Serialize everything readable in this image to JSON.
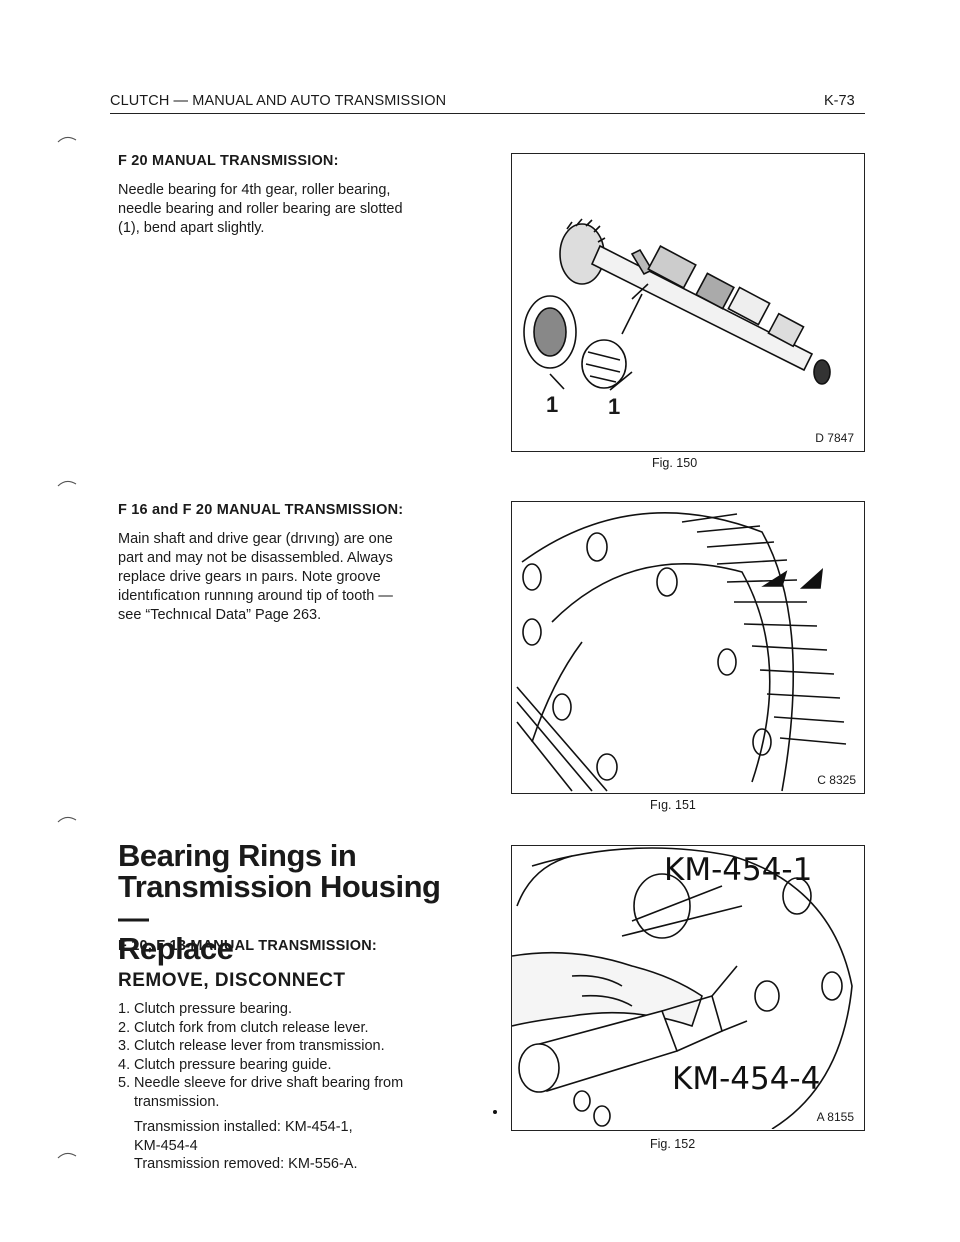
{
  "header": {
    "title": "CLUTCH — MANUAL AND AUTO TRANSMISSION",
    "page": "K-73"
  },
  "section1": {
    "title": "F 20 MANUAL TRANSMISSION:",
    "lines": [
      "Needle bearing for 4th gear, roller bearing,",
      "needle bearing and roller bearing are slotted",
      "(1), bend apart slightly."
    ]
  },
  "section2": {
    "title": "F 16 and F 20 MANUAL TRANSMISSION:",
    "lines": [
      "Main shaft and drive gear (drıvıng) are one",
      "part and may not be disassembled. Always",
      "replace drive gears ın paırs. Note groove",
      "identıficatıon runnıng around tip of tooth —",
      "see “Technıcal Data” Page 263."
    ]
  },
  "section3": {
    "heading_lines": [
      "Bearing Rings in",
      "Transmission Housing —",
      "Replace"
    ],
    "model_title": "F 10, F 13 MANUAL TRANSMISSION:",
    "subheading": "REMOVE, DISCONNECT",
    "steps": [
      {
        "num": "1.",
        "text": "Clutch pressure bearing."
      },
      {
        "num": "2.",
        "text": "Clutch fork from clutch release lever."
      },
      {
        "num": "3.",
        "text": "Clutch release lever from transmission."
      },
      {
        "num": "4.",
        "text": "Clutch pressure bearing guide."
      },
      {
        "num": "5.",
        "text": "Needle sleeve for drive shaft bearing from transmission."
      }
    ],
    "note_lines": [
      "Transmission installed: KM-454-1,",
      "KM-454-4",
      "Transmission removed: KM-556-A."
    ]
  },
  "figures": [
    {
      "caption": "Fig. 150",
      "code": "D 7847",
      "callout_left": "1",
      "callout_right": "1"
    },
    {
      "caption": "Fıg. 151",
      "code": "C 8325"
    },
    {
      "caption": "Fig. 152",
      "code": "A 8155",
      "tool_top": "KM-454-1",
      "tool_bottom": "KM-454-4"
    }
  ]
}
